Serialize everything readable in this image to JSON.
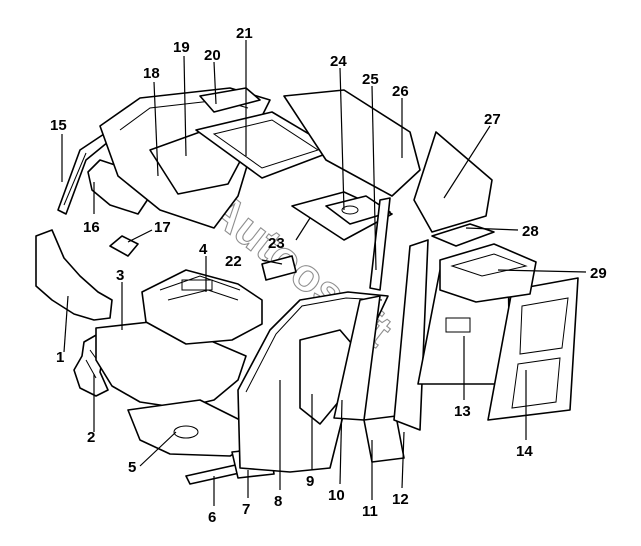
{
  "diagram": {
    "watermark": "Autoosoft",
    "labels": [
      {
        "id": "1",
        "text": "1"
      },
      {
        "id": "2",
        "text": "2"
      },
      {
        "id": "3",
        "text": "3"
      },
      {
        "id": "4",
        "text": "4"
      },
      {
        "id": "5",
        "text": "5"
      },
      {
        "id": "6",
        "text": "6"
      },
      {
        "id": "7",
        "text": "7"
      },
      {
        "id": "8",
        "text": "8"
      },
      {
        "id": "9",
        "text": "9"
      },
      {
        "id": "10",
        "text": "10"
      },
      {
        "id": "11",
        "text": "11"
      },
      {
        "id": "12",
        "text": "12"
      },
      {
        "id": "13",
        "text": "13"
      },
      {
        "id": "14",
        "text": "14"
      },
      {
        "id": "15",
        "text": "15"
      },
      {
        "id": "16",
        "text": "16"
      },
      {
        "id": "17",
        "text": "17"
      },
      {
        "id": "18",
        "text": "18"
      },
      {
        "id": "19",
        "text": "19"
      },
      {
        "id": "20",
        "text": "20"
      },
      {
        "id": "21",
        "text": "21"
      },
      {
        "id": "22",
        "text": "22"
      },
      {
        "id": "23",
        "text": "23"
      },
      {
        "id": "24",
        "text": "24"
      },
      {
        "id": "25",
        "text": "25"
      },
      {
        "id": "26",
        "text": "26"
      },
      {
        "id": "27",
        "text": "27"
      },
      {
        "id": "28",
        "text": "28"
      },
      {
        "id": "29",
        "text": "29"
      }
    ]
  }
}
